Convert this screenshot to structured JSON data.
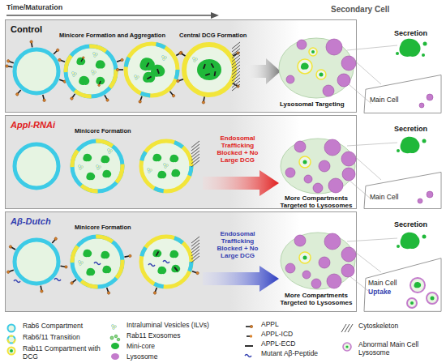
{
  "diagram": {
    "nodes": [
      {
        "text": [
          "Control",
          "Minicore Formation and Aggregation",
          "Central DCG Formation"
        ]
      },
      {
        "text": [
          "Appl-RNAi",
          "Minicore Formation"
        ]
      },
      {
        "text": [
          "Aβ-Dutch",
          "Minicore Formation"
        ]
      },
      {
        "text": [
          "Main Cell"
        ]
      },
      {
        "text": [
          "Main Cell"
        ]
      },
      {
        "text": [
          "Main Cell",
          "Uptake"
        ]
      }
    ],
    "labels": [
      "Time/Maturation",
      "Secondary Cell",
      "Secretion",
      "Lysosomal Targeting",
      "Endosomal Trafficking Blocked + No Large DCG",
      "Secretion",
      "More Compartments Targeted to Lysosomes",
      "Endosomal Trafficking Blocked + No Large DCG",
      "Secretion",
      "More Compartments Targeted to Lysosomes"
    ],
    "legend": [
      {
        "text": "Rab6 Compartment"
      },
      {
        "text": "Rab6/11 Transition"
      },
      {
        "text": "Rab11 Compartment with DCG"
      },
      {
        "text": "Intraluminal Vesicles (ILVs)"
      },
      {
        "text": "Rab11 Exosomes"
      },
      {
        "text": "Mini-core",
        "color": "#20b83a"
      },
      {
        "text": "Lysosome",
        "color": "#c47ccc"
      },
      {
        "text": "APPL"
      },
      {
        "text": "APPL-ICD"
      },
      {
        "text": "APPL-ECD"
      },
      {
        "text": "Mutant Aβ-Peptide"
      },
      {
        "text": "Cytoskeleton"
      },
      {
        "text": "Abnormal Main Cell Lysosome"
      }
    ]
  }
}
